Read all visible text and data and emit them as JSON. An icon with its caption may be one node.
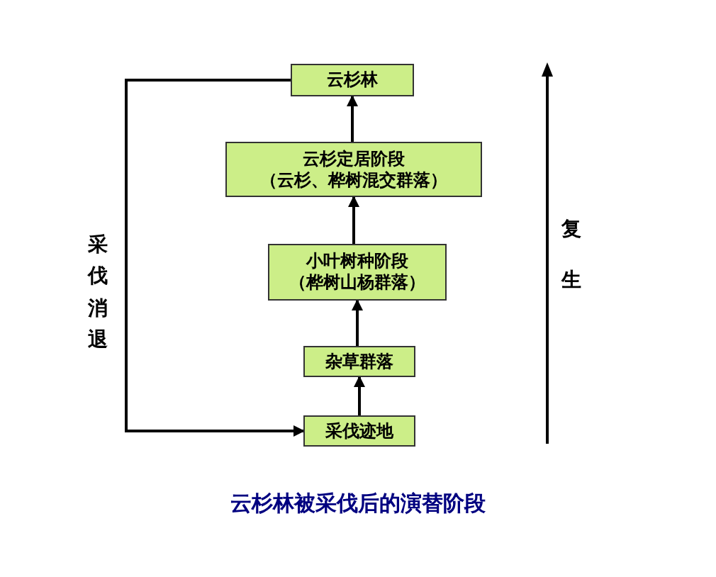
{
  "diagram": {
    "caption": "云杉林被采伐后的演替阶段",
    "nodes": [
      {
        "text": [
          "云杉林"
        ]
      },
      {
        "text": [
          "云杉定居阶段",
          "（云杉、桦树混交群落）"
        ]
      },
      {
        "text": [
          "小叶树种阶段",
          "（桦树山杨群落）"
        ]
      },
      {
        "text": [
          "杂草群落"
        ]
      },
      {
        "text": [
          "采伐迹地"
        ]
      }
    ],
    "edges": [
      {
        "from": 4,
        "to": 3,
        "arrow": "to"
      },
      {
        "from": 3,
        "to": 2,
        "arrow": "to"
      },
      {
        "from": 2,
        "to": 1,
        "arrow": "to"
      },
      {
        "from": 1,
        "to": 0,
        "arrow": "to"
      },
      {
        "from": 0,
        "to": 4,
        "arrow": "to",
        "label": "采伐消退"
      }
    ],
    "labels": [
      "复生"
    ]
  }
}
